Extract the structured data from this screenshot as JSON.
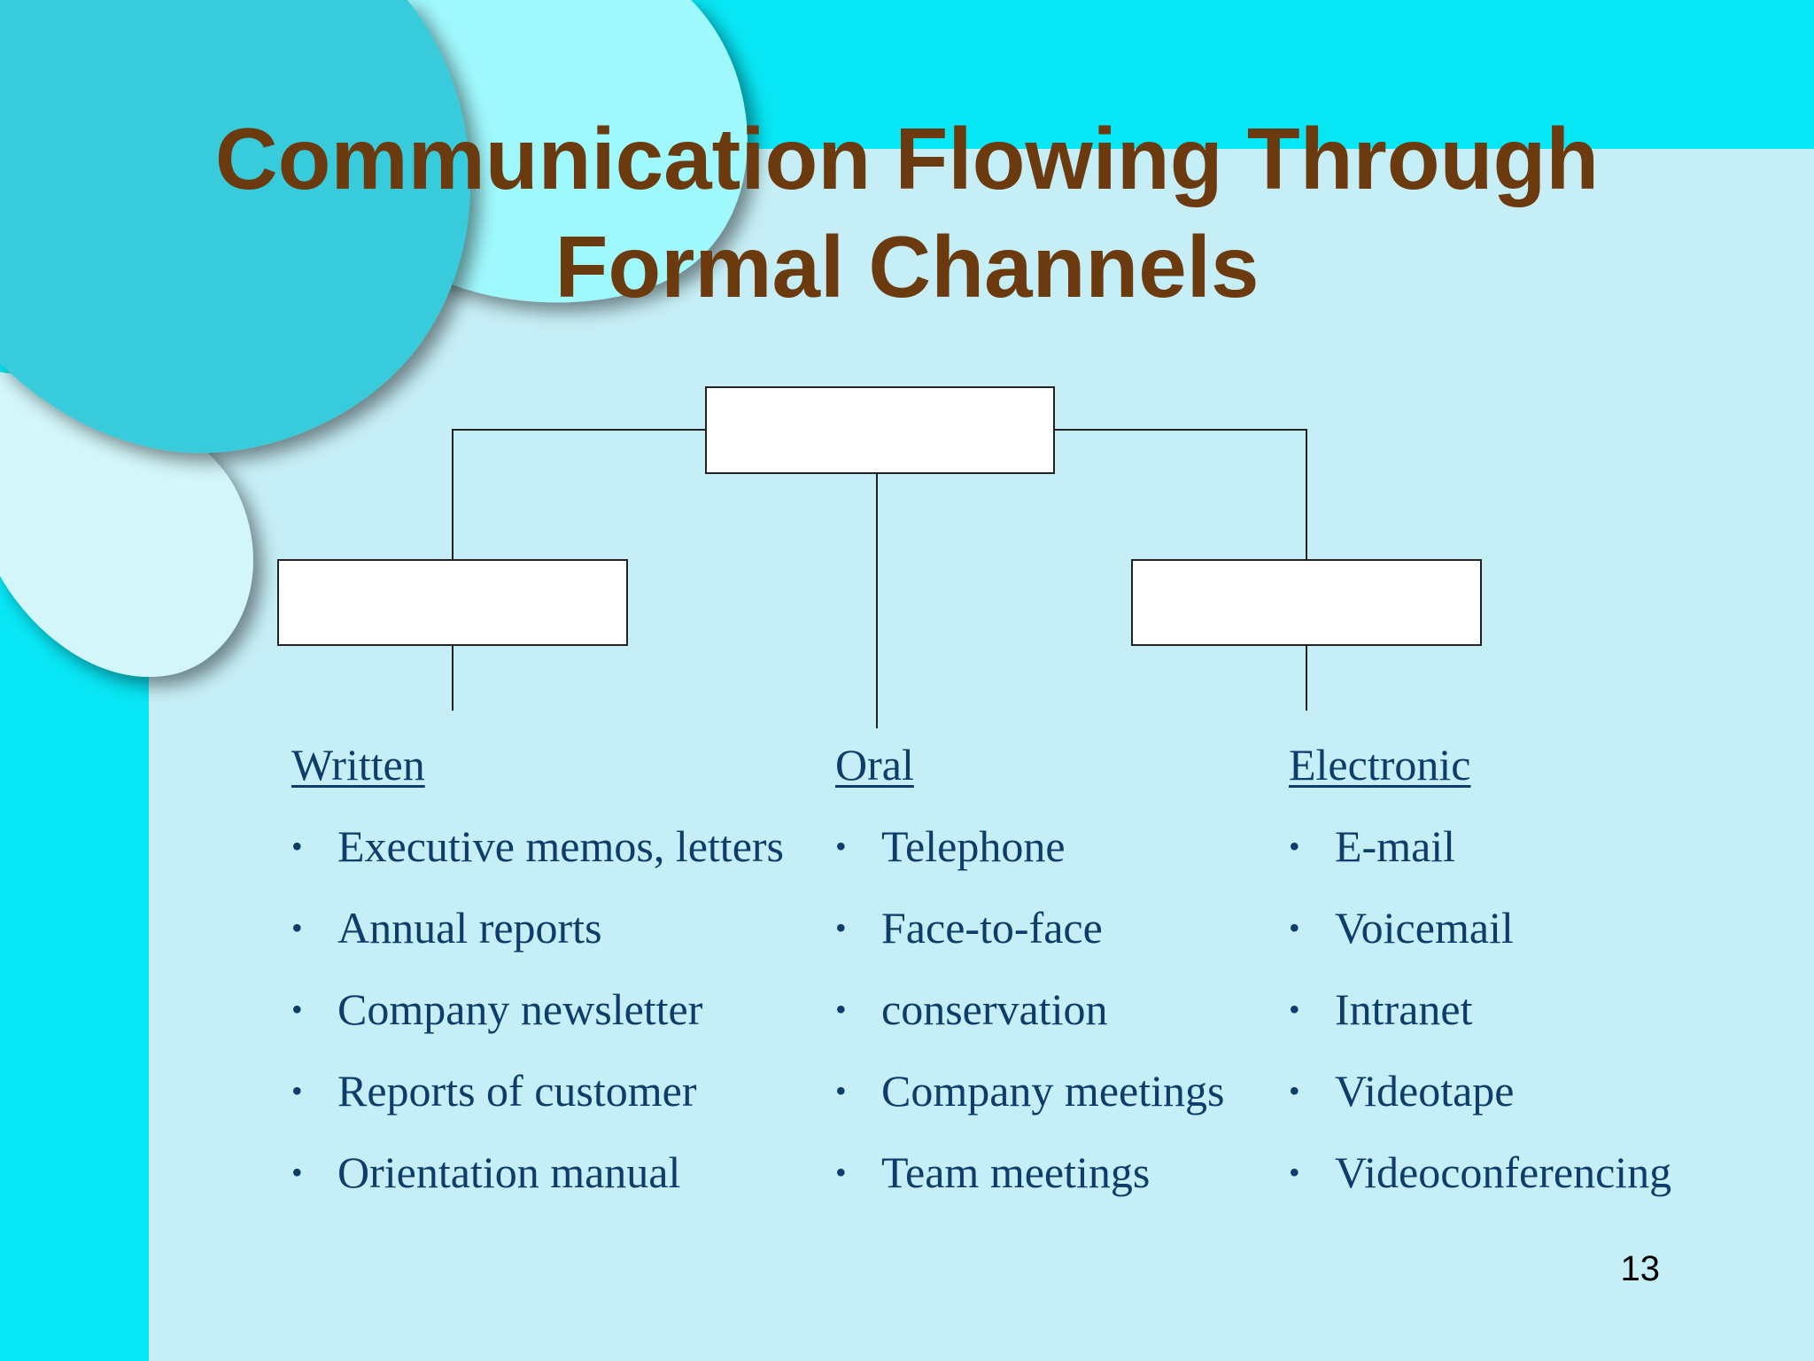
{
  "slide": {
    "title_line1": "Communication Flowing Through",
    "title_line2": "Formal Channels",
    "page_number": "13"
  },
  "columns": [
    {
      "heading": "Written",
      "items": [
        "Executive memos, letters",
        "Annual reports",
        "Company newsletter",
        "Reports of customer",
        "Orientation manual"
      ]
    },
    {
      "heading": "Oral",
      "items": [
        "Telephone",
        "Face-to-face",
        "conservation",
        "Company meetings",
        "Team meetings"
      ]
    },
    {
      "heading": "Electronic",
      "items": [
        "E-mail",
        "Voicemail",
        "Intranet",
        "Videotape",
        "Videoconferencing"
      ]
    }
  ],
  "bullet_glyph": "•",
  "colors": {
    "background": "#c6eef6",
    "accent_band": "#07e6f5",
    "title": "#6b3a0f",
    "body_text": "#0e3d6b"
  }
}
